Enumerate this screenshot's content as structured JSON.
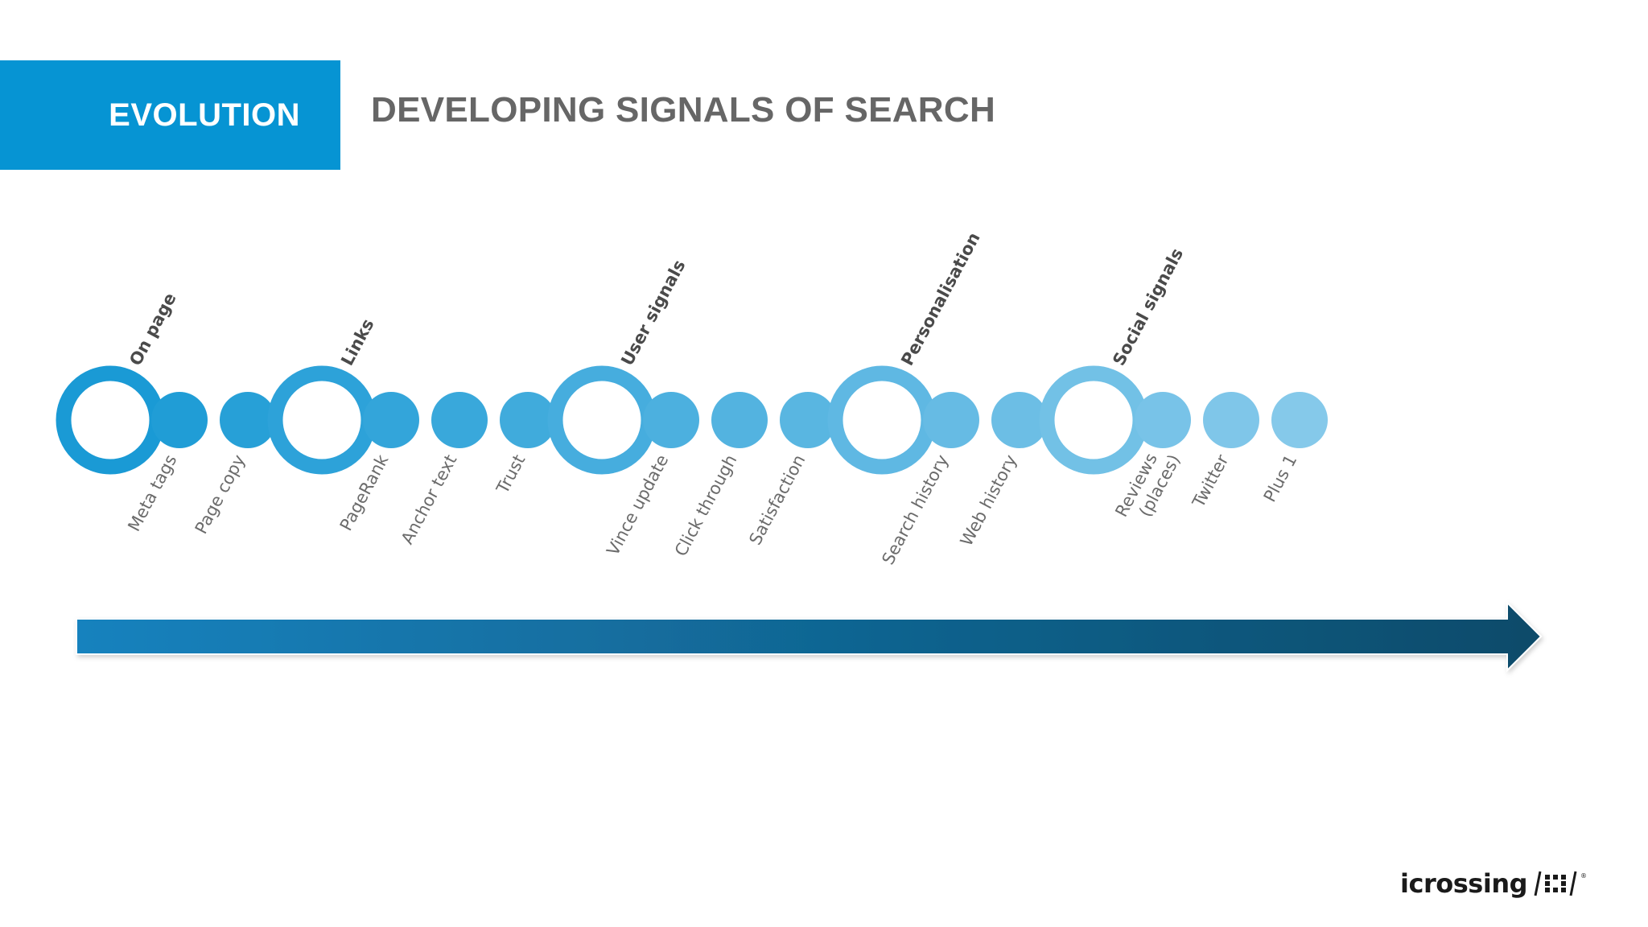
{
  "header": {
    "section_label": "EVOLUTION",
    "title": "DEVELOPING SIGNALS OF SEARCH"
  },
  "diagram": {
    "groups": [
      {
        "label": "On page",
        "signals": [
          "Meta tags",
          "Page copy"
        ]
      },
      {
        "label": "Links",
        "signals": [
          "PageRank",
          "Anchor text",
          "Trust"
        ]
      },
      {
        "label": "User signals",
        "signals": [
          "Vince update",
          "Click through",
          "Satisfaction"
        ]
      },
      {
        "label": "Personalisation",
        "signals": [
          "Search history",
          "Web history"
        ]
      },
      {
        "label": "Social signals",
        "signals": [
          [
            "Reviews",
            "(places)"
          ],
          "Twitter",
          "Plus 1"
        ]
      }
    ],
    "colors": {
      "start": "#1a9ad5",
      "end": "#85c9ea",
      "arrow_start": "#1682be",
      "arrow_end": "#0c4b6a",
      "group_label": "#4a4a4a",
      "signal_label": "#6b6b6b"
    }
  },
  "logo": {
    "text": "icrossing",
    "icon": "icrossing-grid-logo-icon"
  }
}
